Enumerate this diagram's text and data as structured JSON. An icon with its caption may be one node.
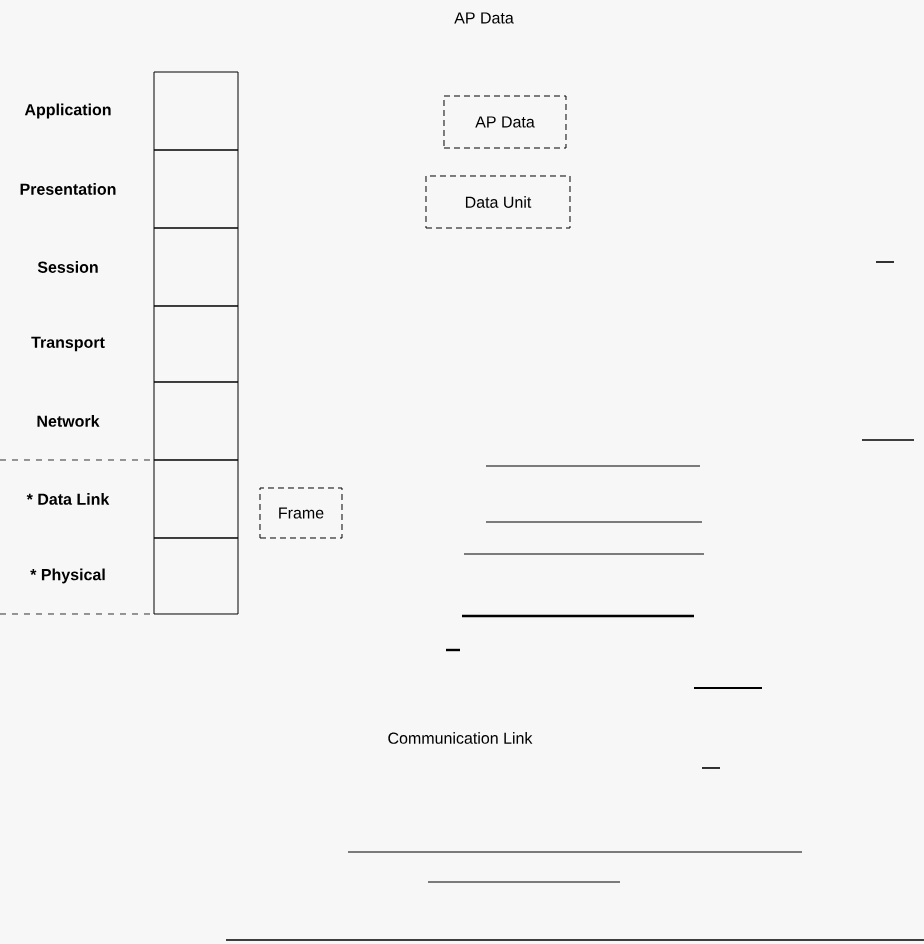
{
  "diagram": {
    "nodes": [
      {
        "text": [
          "Application"
        ]
      },
      {
        "text": [
          "Presentation"
        ]
      },
      {
        "text": [
          "Session"
        ]
      },
      {
        "text": [
          "Transport"
        ]
      },
      {
        "text": [
          "Network"
        ]
      },
      {
        "text": [
          "* Data Link"
        ]
      },
      {
        "text": [
          "* Physical"
        ]
      },
      {
        "text": [
          "AP Data"
        ]
      },
      {
        "text": [
          "Data Unit"
        ]
      },
      {
        "text": [
          "Frame"
        ]
      }
    ],
    "labels": [
      "AP Data",
      "Communication Link"
    ]
  }
}
